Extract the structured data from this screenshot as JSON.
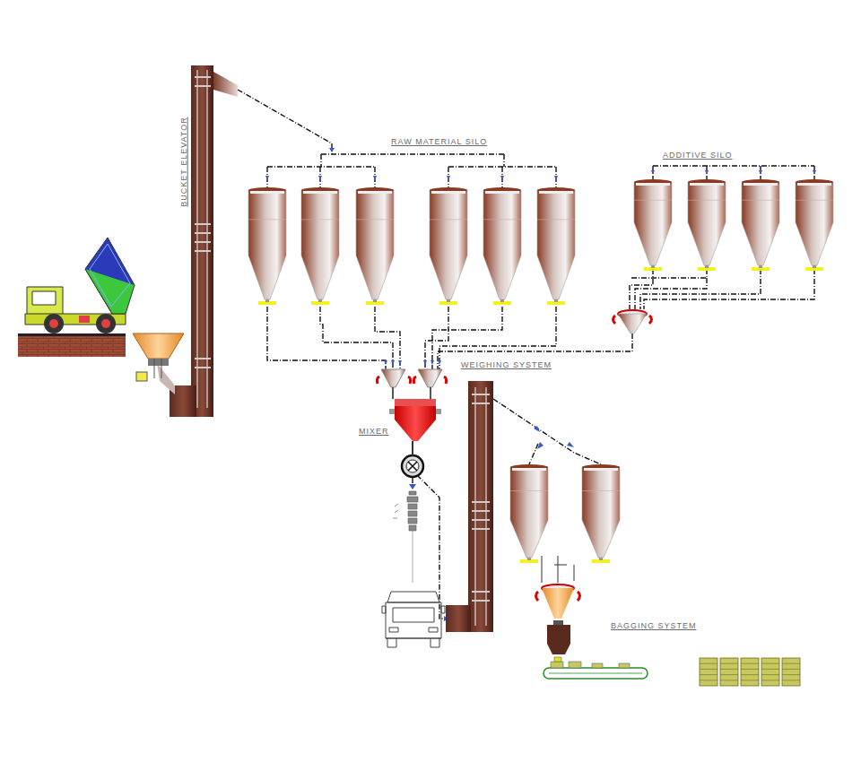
{
  "diagram": {
    "labels": [
      "BUCKET ELEVATOR",
      "RAW MATERIAL SILO",
      "ADDITIVE SILO",
      "WEIGHING SYSTEM",
      "MIXER",
      "BAGGING SYSTEM"
    ]
  }
}
